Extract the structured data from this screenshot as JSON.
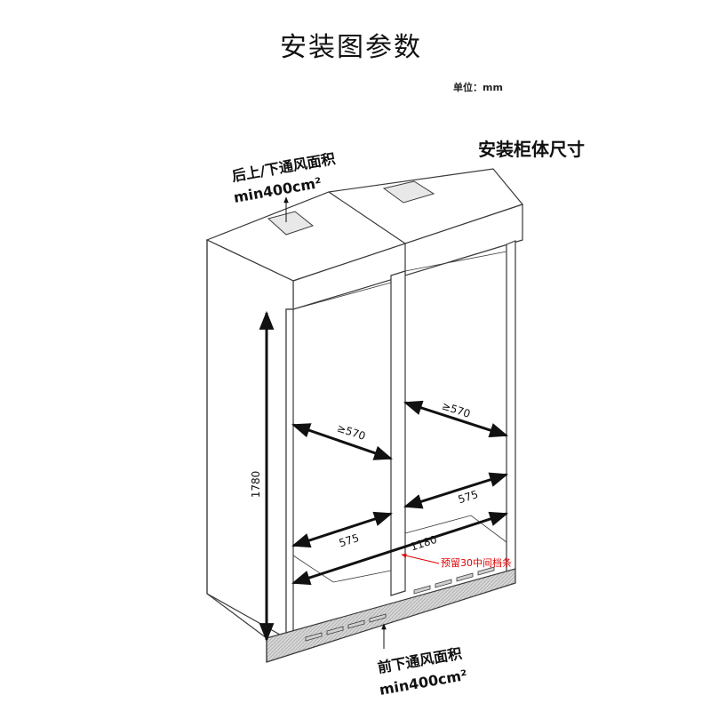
{
  "header": {
    "title": "安装图参数",
    "unit": "单位：mm",
    "subtitle": "安装柜体尺寸"
  },
  "callouts": {
    "top_vent_line1": "后上/下通风面积",
    "top_vent_line2": "min400cm²",
    "bottom_vent_line1": "前下通风面积",
    "bottom_vent_line2": "min400cm²"
  },
  "dimensions": {
    "height": "1780",
    "depth_left": "≥570",
    "depth_right": "≥570",
    "width_left": "575",
    "width_right": "575",
    "width_total": "1180"
  },
  "notes": {
    "middle_strip": "预留30中间档条"
  },
  "colors": {
    "line": "#3a3a3a",
    "note": "#e00000",
    "vent_fill": "#cfcfcf"
  }
}
